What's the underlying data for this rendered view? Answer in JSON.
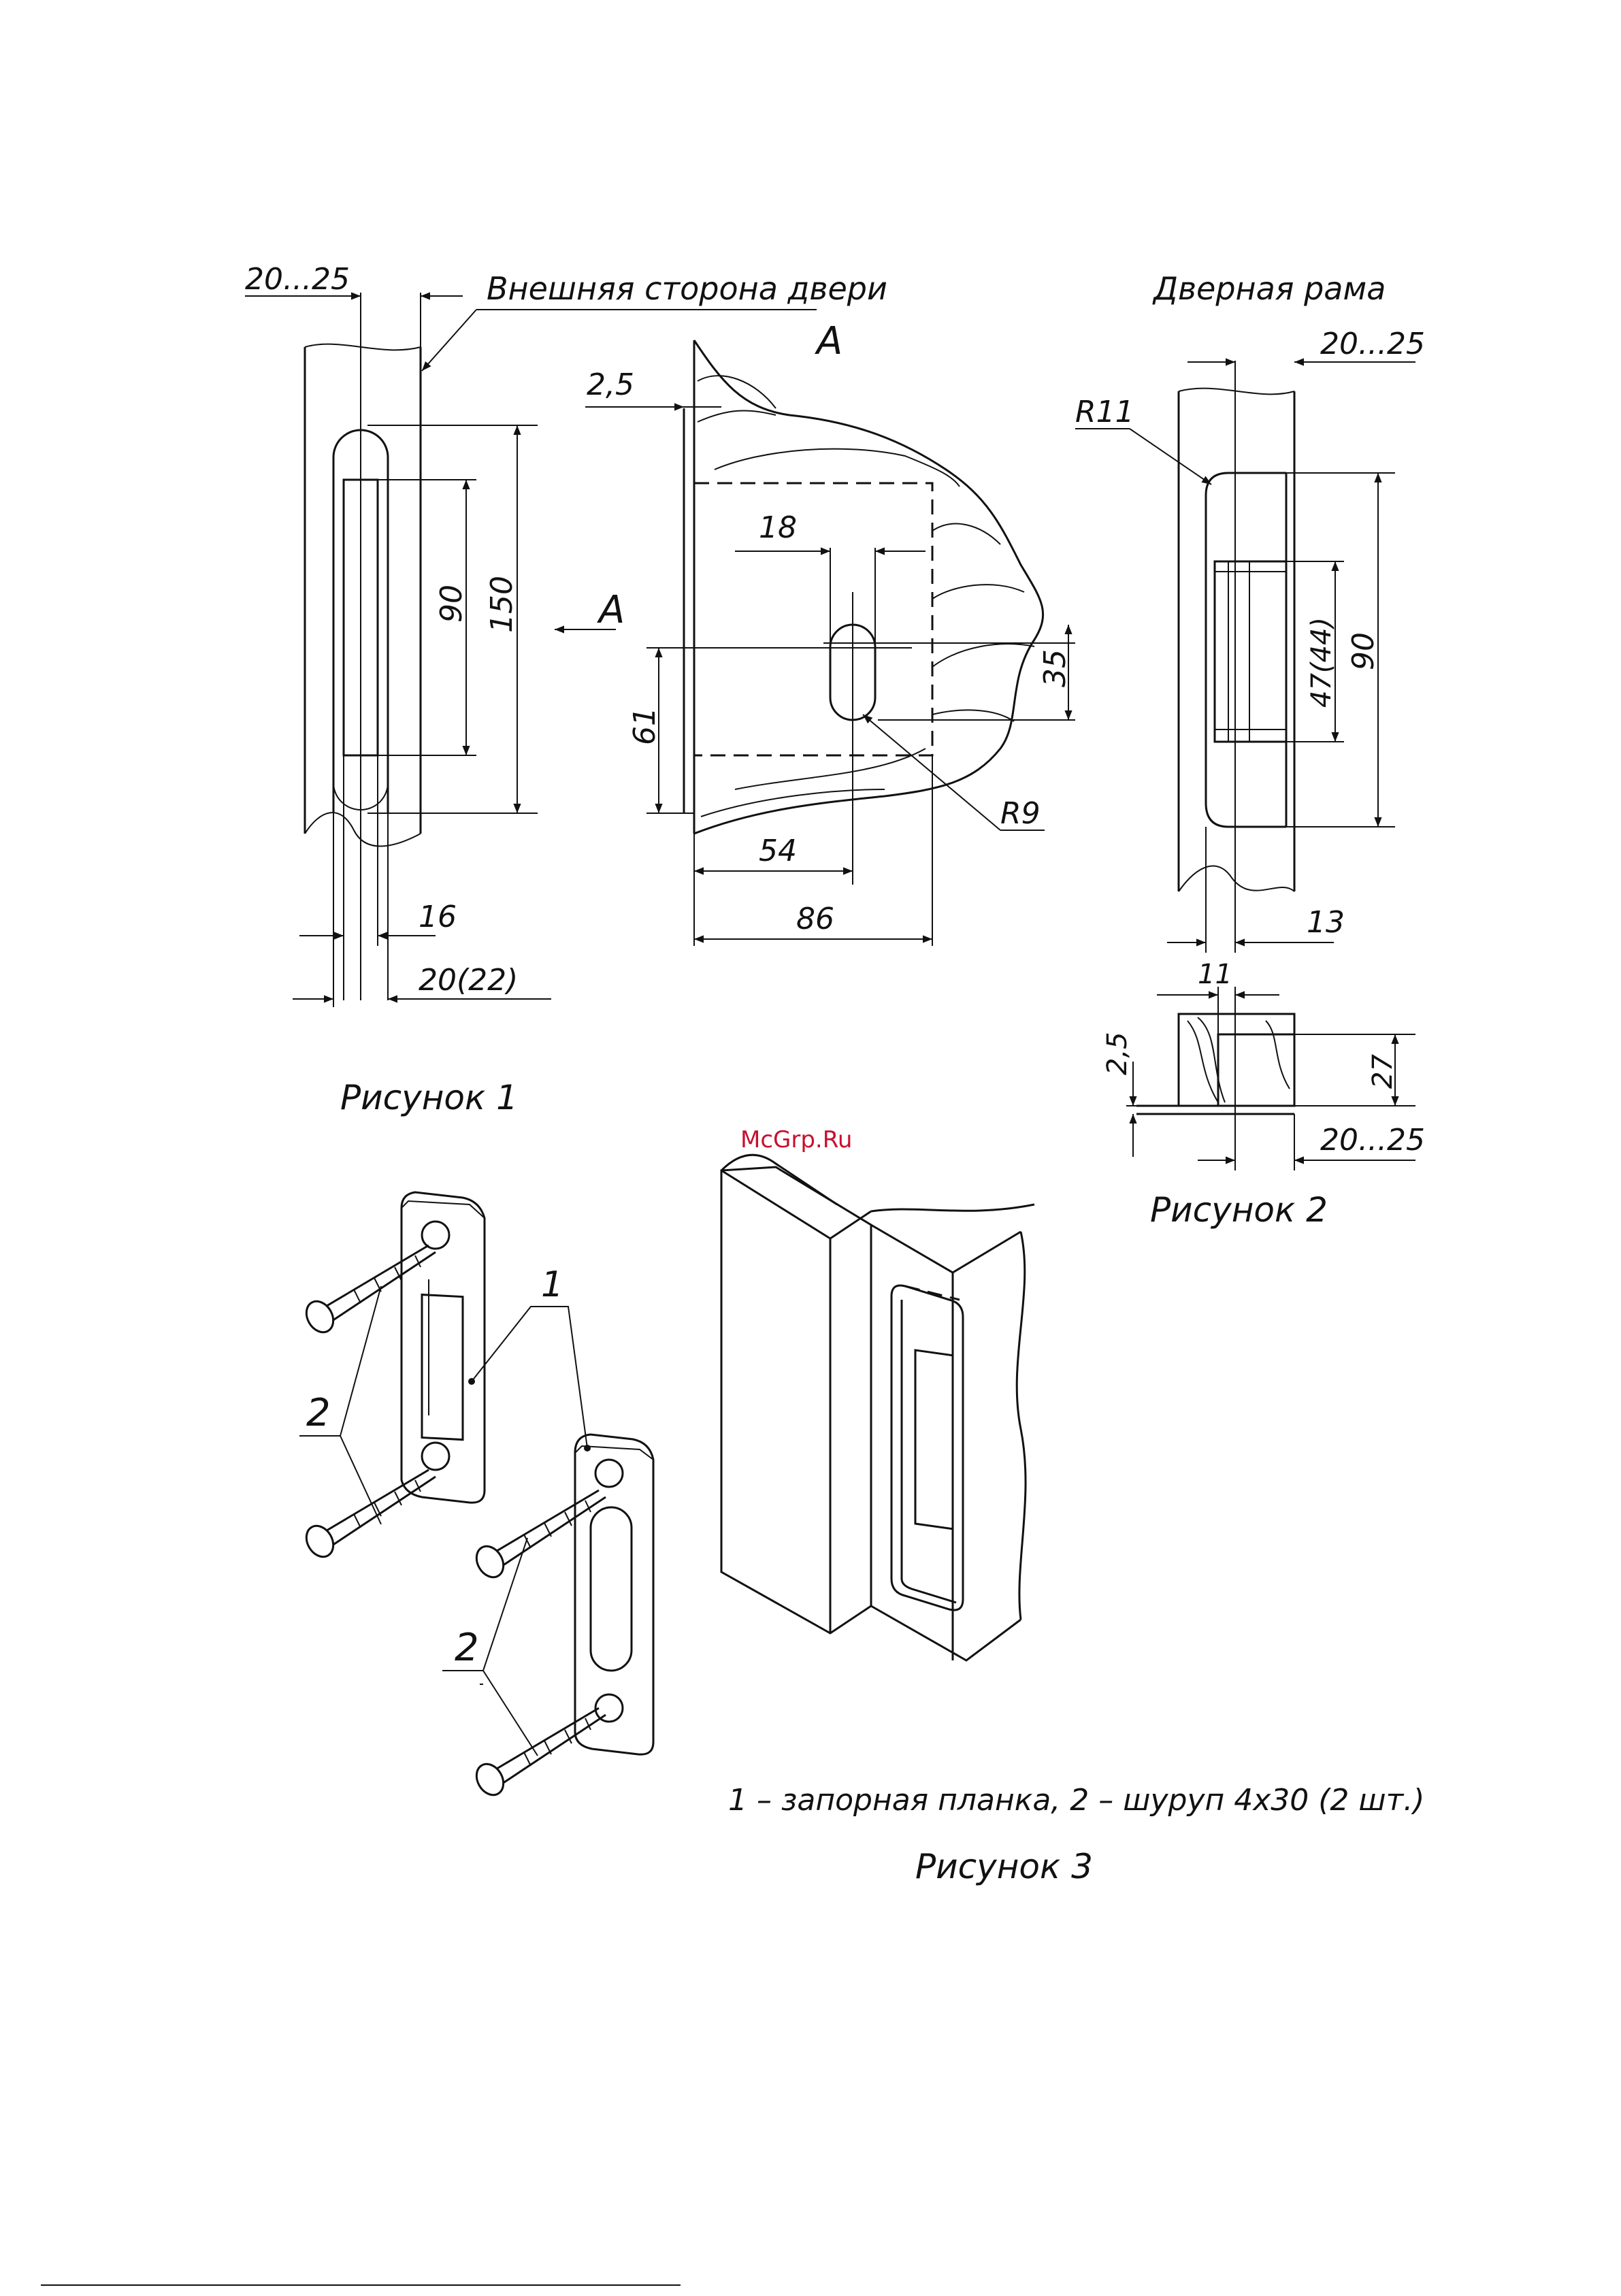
{
  "watermark": "McGrp.Ru",
  "fig1": {
    "caption": "Рисунок 1",
    "outer_side_label": "Внешняя сторона двери",
    "section_marker": "A",
    "section_arrow_marker": "A",
    "dims": {
      "offset_top": "20...25",
      "slot_len": "90",
      "plate_len": "150",
      "slot_width": "16",
      "plate_width": "20(22)",
      "edge": "2,5",
      "hole_w": "18",
      "hole_h": "35",
      "bottom_h": "61",
      "radius": "R9",
      "hole_x": "54",
      "plate_depth": "86"
    }
  },
  "fig2": {
    "caption": "Рисунок 2",
    "frame_label": "Дверная рама",
    "dims": {
      "offset_top": "20...25",
      "radius": "R11",
      "pocket_len": "90",
      "slot_len": "47(44)",
      "depth": "13",
      "width": "11",
      "plate_th": "2,5",
      "pocket_depth": "27",
      "offset_bottom": "20...25"
    }
  },
  "fig3": {
    "caption": "Рисунок 3",
    "callout_plate": "1",
    "callout_screw_a": "2",
    "callout_screw_b": "2",
    "legend": "1 – запорная планка, 2 – шуруп 4х30 (2 шт.)"
  },
  "colors": {
    "ink": "#111111",
    "watermark": "#c8102e"
  }
}
